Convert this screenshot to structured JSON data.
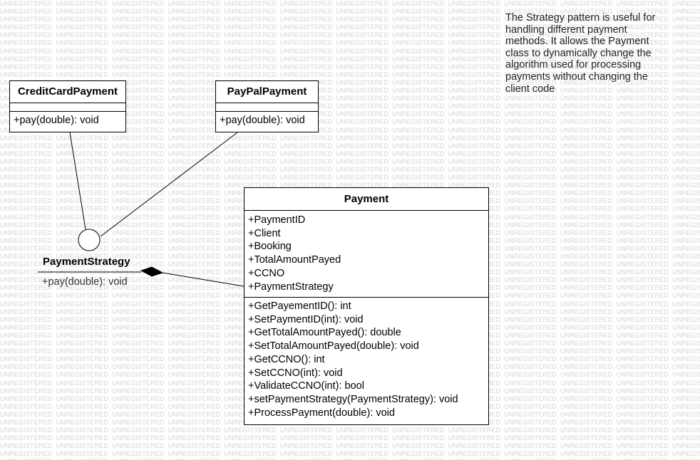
{
  "watermark_text": "UNREGISTERED",
  "classes": {
    "credit_card": {
      "name": "CreditCardPayment",
      "attributes": [],
      "operations": [
        "+pay(double): void"
      ]
    },
    "paypal": {
      "name": "PayPalPayment",
      "attributes": [],
      "operations": [
        "+pay(double): void"
      ]
    },
    "payment": {
      "name": "Payment",
      "attributes": [
        "+PaymentID",
        "+Client",
        "+Booking",
        "+TotalAmountPayed",
        "+CCNO",
        "+PaymentStrategy"
      ],
      "operations": [
        "+GetPayementID(): int",
        "+SetPaymentID(int): void",
        "+GetTotalAmountPayed(): double",
        "+SetTotalAmountPayed(double): void",
        "+GetCCNO(): int",
        "+SetCCNO(int): void",
        "+ValidateCCNO(int): bool",
        "+setPaymentStrategy(PaymentStrategy): void",
        "+ProcessPayment(double): void"
      ]
    }
  },
  "interface": {
    "name": "PaymentStrategy",
    "operations": [
      "+pay(double): void"
    ]
  },
  "relationships": [
    {
      "from": "CreditCardPayment",
      "to": "PaymentStrategy",
      "kind": "realization"
    },
    {
      "from": "PayPalPayment",
      "to": "PaymentStrategy",
      "kind": "realization"
    },
    {
      "from": "Payment",
      "to": "PaymentStrategy",
      "kind": "composition"
    }
  ],
  "note": {
    "text": "The Strategy pattern is useful for handling different payment methods. It allows the Payment class to dynamically change the algorithm used for processing payments without changing the client code"
  }
}
